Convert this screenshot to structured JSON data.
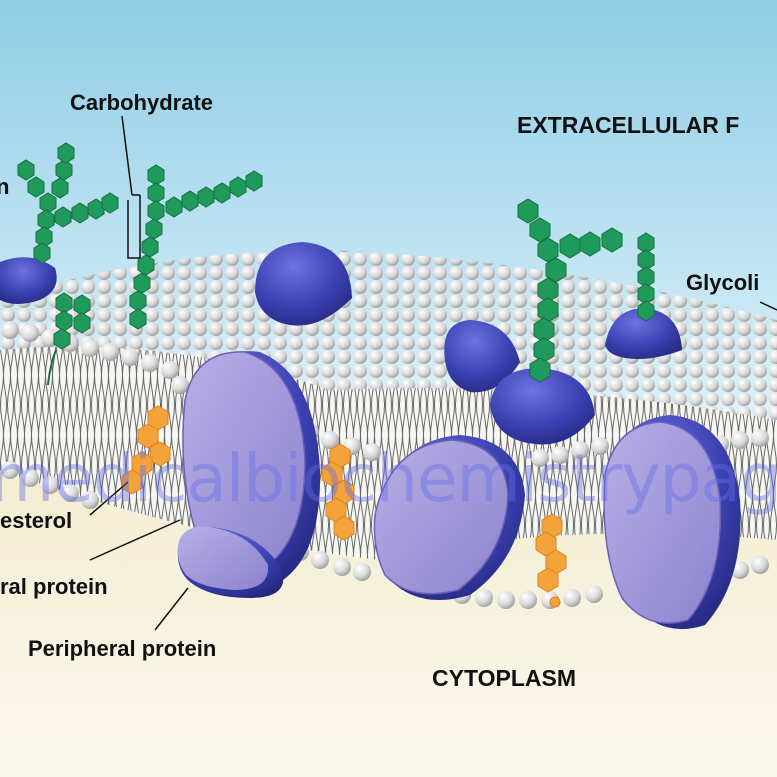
{
  "labels": {
    "carbohydrate": "Carbohydrate",
    "extracellular": "EXTRACELLULAR F",
    "glycolipid": "Glycoli",
    "cholesterol": "esterol",
    "integral_protein": "ral protein",
    "peripheral_protein": "Peripheral protein",
    "cytoplasm": "CYTOPLASM",
    "left_edge_fragment": "n"
  },
  "watermark": "medicalbiochemistrypage",
  "colors": {
    "sky_top": "#8fcde6",
    "sky_bottom": "#dff1f8",
    "cytoplasm": "#f7f0d8",
    "lipid_head": "#e8e8e8",
    "protein_blue": "#3a3fb0",
    "integral_purple": "#9d94d8",
    "carbohydrate_green": "#1f9a5a",
    "cholesterol_orange": "#f4a23a"
  }
}
